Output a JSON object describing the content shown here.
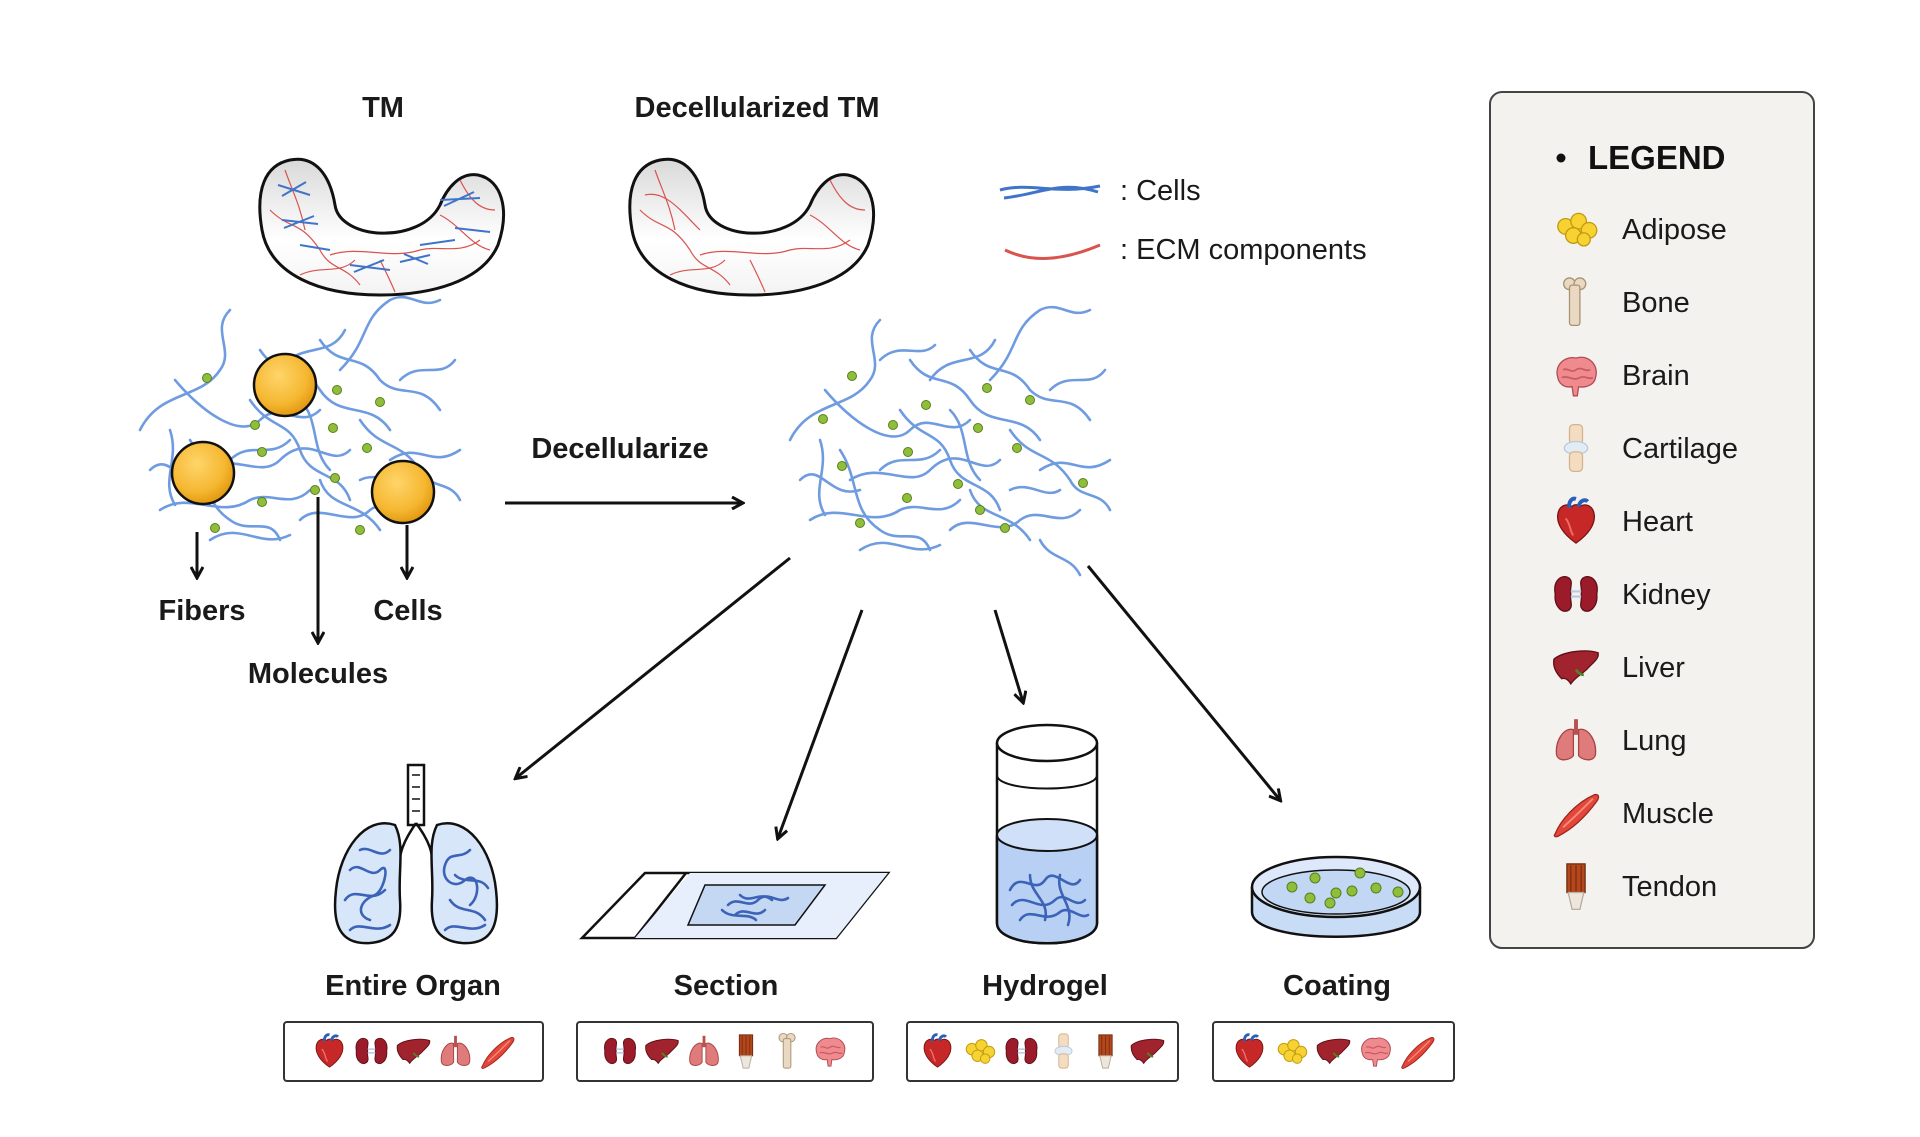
{
  "diagram": {
    "top_labels": {
      "tm": "TM",
      "decell_tm": "Decellularized TM"
    },
    "key": {
      "cells": ": Cells",
      "ecm": ": ECM components"
    },
    "decellularize": "Decellularize",
    "components": {
      "fibers": "Fibers",
      "cells": "Cells",
      "molecules": "Molecules"
    },
    "applications": [
      {
        "label": "Entire Organ",
        "icons": [
          "heart-icon",
          "kidney-icon",
          "liver-icon",
          "lung-icon",
          "muscle-icon"
        ]
      },
      {
        "label": "Section",
        "icons": [
          "kidney-icon",
          "liver-icon",
          "lung-icon",
          "tendon-icon",
          "bone-icon",
          "brain-icon"
        ]
      },
      {
        "label": "Hydrogel",
        "icons": [
          "heart-icon",
          "adipose-icon",
          "kidney-icon",
          "cartilage-icon",
          "tendon-icon",
          "liver-icon"
        ]
      },
      {
        "label": "Coating",
        "icons": [
          "heart-icon",
          "adipose-icon",
          "liver-icon",
          "brain-icon",
          "muscle-icon"
        ]
      }
    ],
    "legend": {
      "title": "LEGEND",
      "items": [
        {
          "label": "Adipose",
          "icon": "adipose-icon"
        },
        {
          "label": "Bone",
          "icon": "bone-icon"
        },
        {
          "label": "Brain",
          "icon": "brain-icon"
        },
        {
          "label": "Cartilage",
          "icon": "cartilage-icon"
        },
        {
          "label": "Heart",
          "icon": "heart-icon"
        },
        {
          "label": "Kidney",
          "icon": "kidney-icon"
        },
        {
          "label": "Liver",
          "icon": "liver-icon"
        },
        {
          "label": "Lung",
          "icon": "lung-icon"
        },
        {
          "label": "Muscle",
          "icon": "muscle-icon"
        },
        {
          "label": "Tendon",
          "icon": "tendon-icon"
        }
      ]
    },
    "colors": {
      "fiber": "#6f9be0",
      "ecm": "#d9534f",
      "cell": "#f5b731",
      "molecule": "#8fbf3a"
    }
  }
}
